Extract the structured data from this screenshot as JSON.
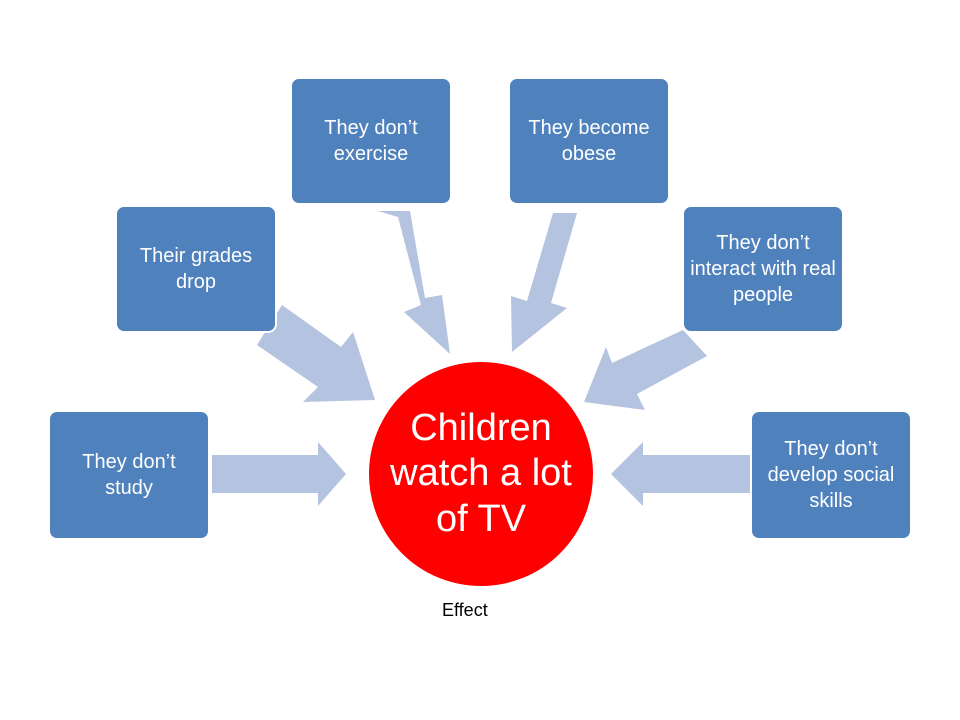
{
  "diagram": {
    "center_text": "Children watch a lot of TV",
    "caption": "Effect",
    "boxes": [
      {
        "id": "study",
        "text": "They don’t study"
      },
      {
        "id": "grades",
        "text": "Their grades drop"
      },
      {
        "id": "exercise",
        "text": "They don’t exercise"
      },
      {
        "id": "obese",
        "text": "They become obese"
      },
      {
        "id": "interact",
        "text": "They don’t interact with real people"
      },
      {
        "id": "social",
        "text": "They don’t develop social skills"
      }
    ]
  },
  "colors": {
    "box_fill": "#4f81bd",
    "arrow_fill": "#b4c3df",
    "center_fill": "#ff0000",
    "text_light": "#ffffff"
  }
}
